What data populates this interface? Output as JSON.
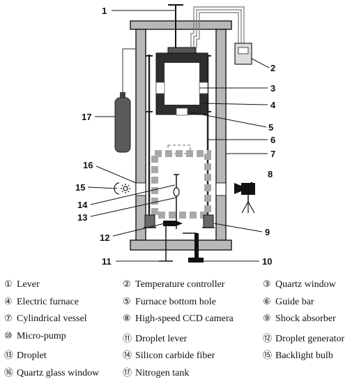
{
  "diagram": {
    "callouts": [
      "1",
      "2",
      "3",
      "4",
      "5",
      "6",
      "7",
      "8",
      "9",
      "10",
      "11",
      "12",
      "13",
      "14",
      "15",
      "16",
      "17"
    ]
  },
  "legend": [
    {
      "symbol": "①",
      "label": "Lever"
    },
    {
      "symbol": "②",
      "label": "Temperature controller"
    },
    {
      "symbol": "③",
      "label": "Quartz window"
    },
    {
      "symbol": "④",
      "label": "Electric furnace"
    },
    {
      "symbol": "⑤",
      "label": "Furnace bottom hole"
    },
    {
      "symbol": "⑥",
      "label": "Guide bar"
    },
    {
      "symbol": "⑦",
      "label": "Cylindrical vessel"
    },
    {
      "symbol": "⑧",
      "label": "High-speed CCD camera"
    },
    {
      "symbol": "⑨",
      "label": "Shock absorber"
    },
    {
      "symbol": "⑩",
      "label": "Micro-pump"
    },
    {
      "symbol": "⑪",
      "label": "Droplet lever"
    },
    {
      "symbol": "⑫",
      "label": "Droplet generator"
    },
    {
      "symbol": "⑬",
      "label": "Droplet"
    },
    {
      "symbol": "⑭",
      "label": "Silicon carbide fiber"
    },
    {
      "symbol": "⑮",
      "label": "Backlight bulb"
    },
    {
      "symbol": "⑯",
      "label": "Quartz glass window"
    },
    {
      "symbol": "⑰",
      "label": "Nitrogen tank"
    }
  ]
}
